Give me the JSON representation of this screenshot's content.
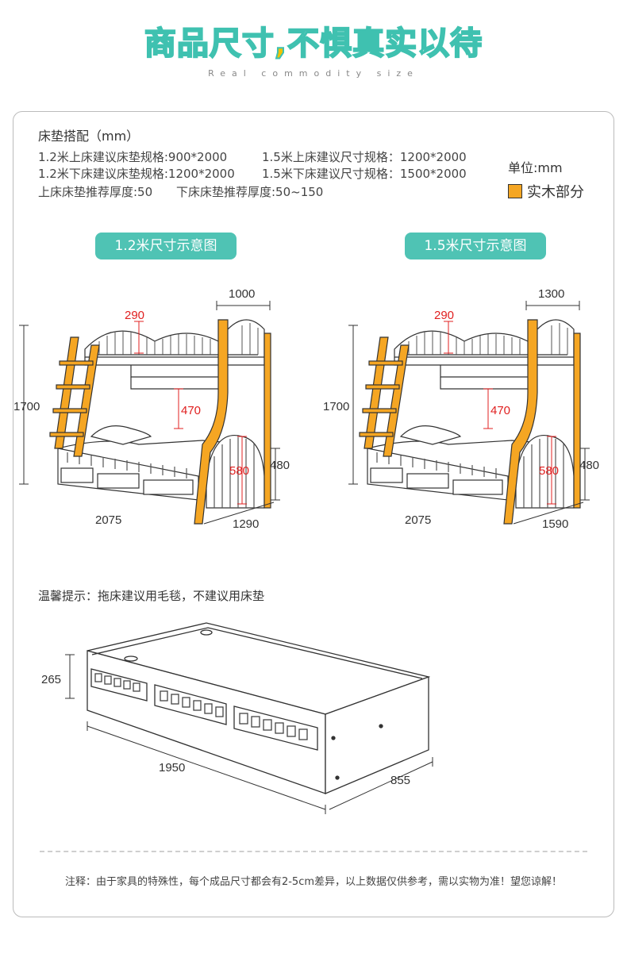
{
  "header": {
    "title_part1": "商品尺寸,",
    "title_part2": "不惧真实以待",
    "subtitle": "Real commodity size"
  },
  "specs": {
    "title": "床垫搭配（mm）",
    "lines": [
      "1.2米上床建议床垫规格:900*2000",
      "1.5米上床建议尺寸规格：1200*2000",
      "1.2米下床建议床垫规格:1200*2000",
      "1.5米下床建议尺寸规格：1500*2000",
      "上床床垫推荐厚度:50",
      "下床床垫推荐厚度:50~150"
    ]
  },
  "legend": {
    "unit": "单位:mm",
    "label": "实木部分",
    "color": "#f5a623"
  },
  "diagrams": [
    {
      "pill": "1.2米尺寸示意图",
      "width_top": "1000",
      "rail": "290",
      "height": "1700",
      "gap": "470",
      "lower_rail": "580",
      "footboard": "480",
      "length": "2075",
      "width": "1290"
    },
    {
      "pill": "1.5米尺寸示意图",
      "width_top": "1300",
      "rail": "290",
      "height": "1700",
      "gap": "470",
      "lower_rail": "580",
      "footboard": "480",
      "length": "2075",
      "width": "1590"
    }
  ],
  "tip": "温馨提示：拖床建议用毛毯，不建议用床垫",
  "trundle": {
    "height": "265",
    "length": "1950",
    "width": "855"
  },
  "note": "注释：由于家具的特殊性，每个成品尺寸都会有2-5cm差异，以上数据仅供参考，需以实物为准！望您谅解！"
}
